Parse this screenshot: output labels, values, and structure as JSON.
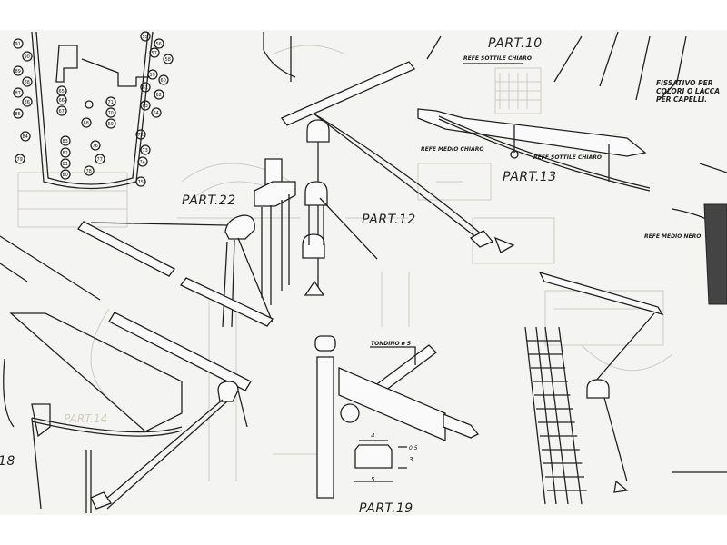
{
  "labels": {
    "part10": "PART.10",
    "refe_sottile_chiaro_1": "REFE SOTTILE CHIARO",
    "refe_medio_chiaro": "REFE MEDIO CHIARO",
    "refe_sottile_chiaro_2": "REFE SOTTILE CHIARO",
    "part13": "PART.13",
    "fissativo": [
      "FISSATIVO PER",
      "COLORI O LACCA",
      "PER CAPELLI."
    ],
    "refe_medio_nero": "REFE MEDIO NERO",
    "part22": "PART.22",
    "part12": "PART.12",
    "tondino": "TONDINO ø 5",
    "part19": "PART.19",
    "part14_faint": "PART.14",
    "part18_partial": "18"
  },
  "dimensions": {
    "top": "4",
    "chamfer": "0.5",
    "height": "3",
    "bottom": "5"
  },
  "hull_callouts": [
    "91",
    "90",
    "89",
    "88",
    "87",
    "86",
    "85",
    "84",
    "83",
    "82",
    "81",
    "80",
    "79",
    "65",
    "66",
    "67",
    "68",
    "71",
    "70",
    "69",
    "55",
    "56",
    "57",
    "58",
    "59",
    "60",
    "61",
    "62",
    "63",
    "64",
    "72",
    "73",
    "74",
    "75",
    "76",
    "77",
    "78"
  ]
}
